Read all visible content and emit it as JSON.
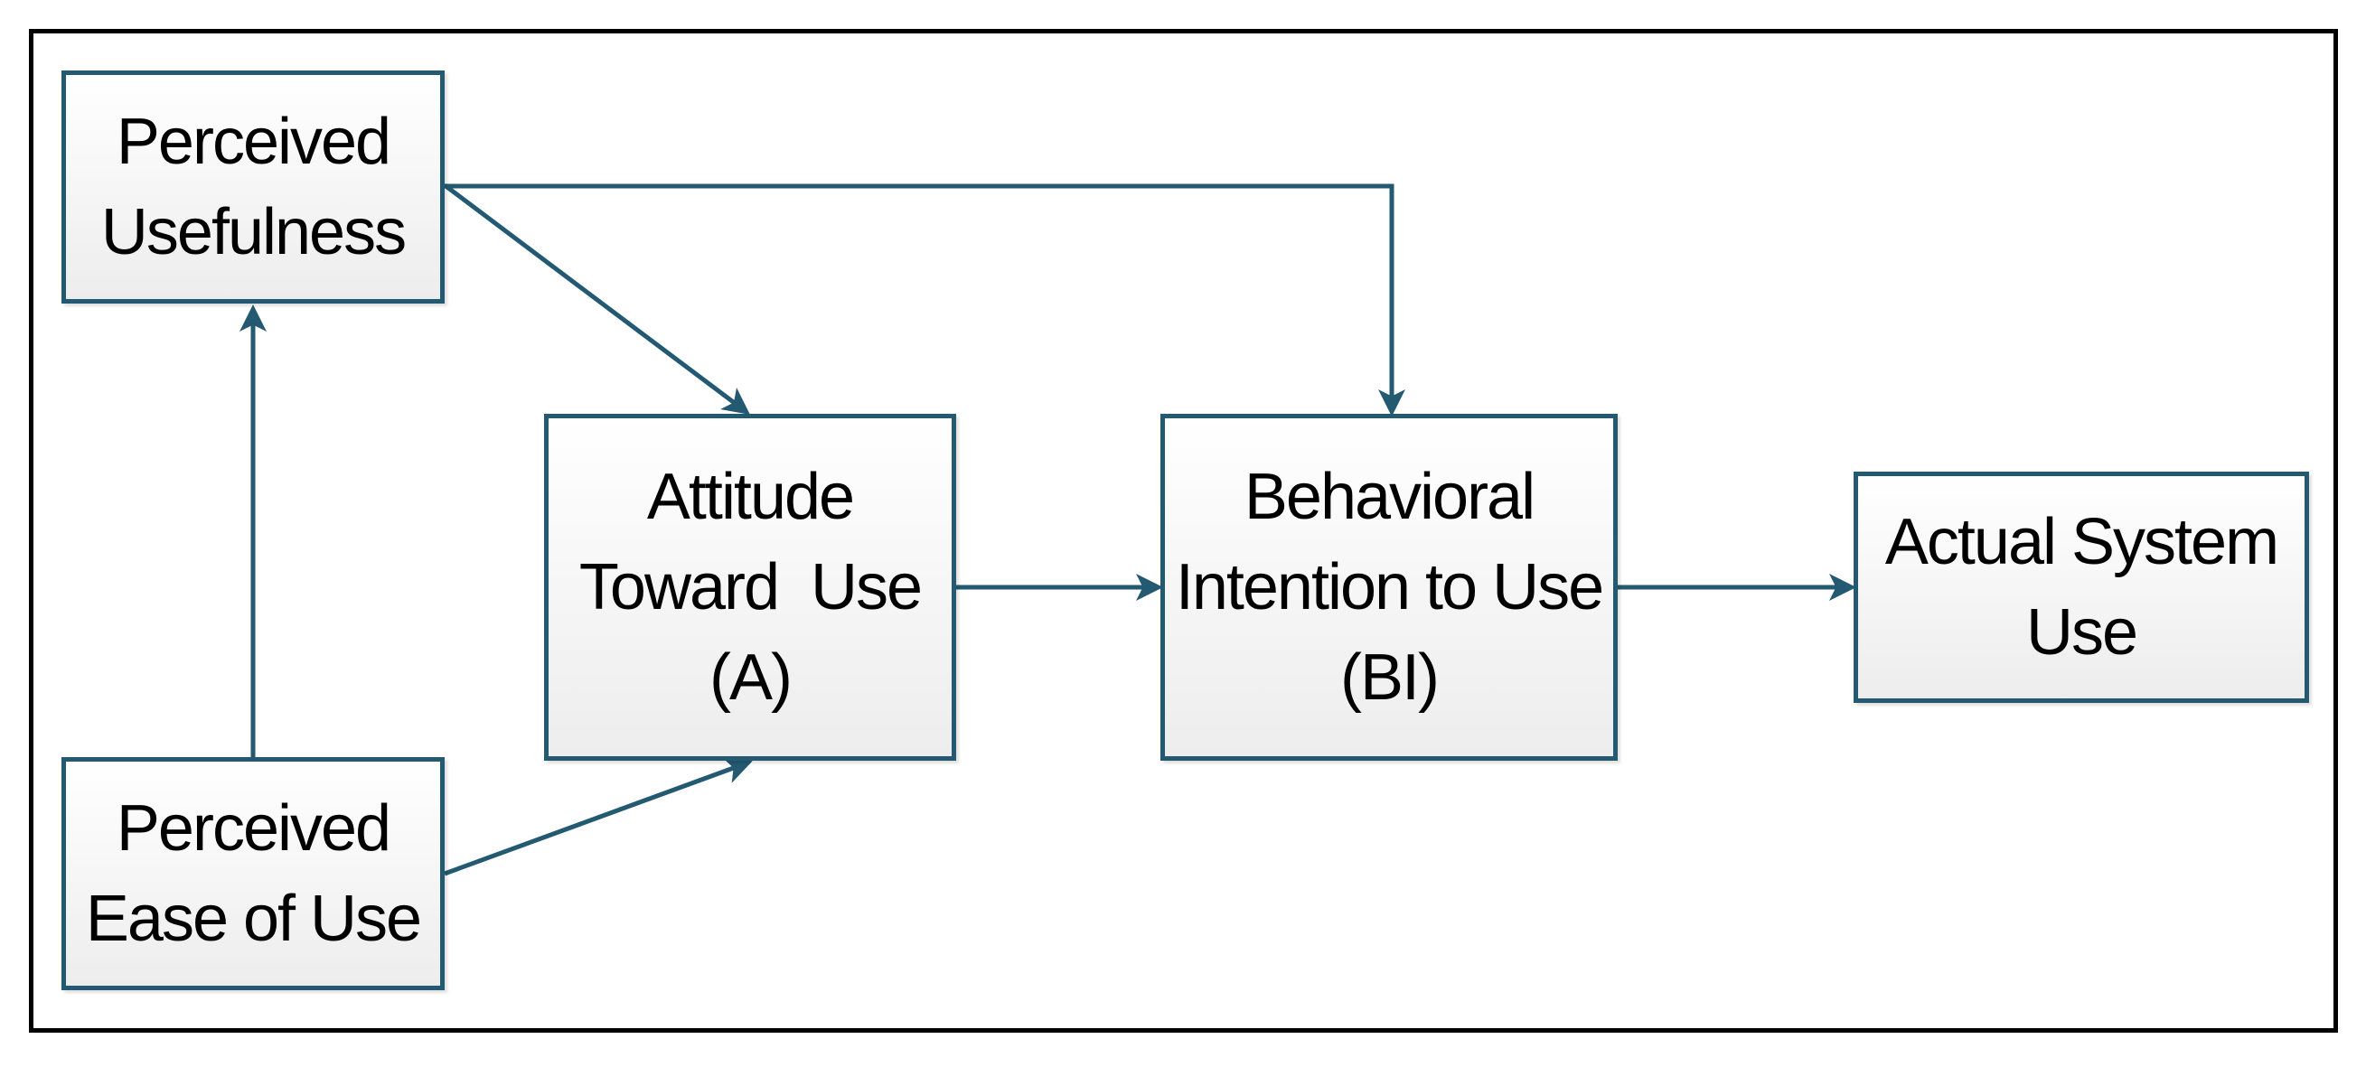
{
  "colors": {
    "node_border": "#235a72",
    "arrow": "#235a72",
    "frame": "#000000",
    "node_fill_top": "#ffffff",
    "node_fill_bottom": "#ededed"
  },
  "nodes": {
    "perceived_usefulness": {
      "lines": [
        "Perceived",
        "Usefulness"
      ]
    },
    "perceived_ease_of_use": {
      "lines": [
        "Perceived",
        "Ease of Use"
      ]
    },
    "attitude": {
      "lines": [
        "Attitude",
        "Toward  Use",
        "(A)"
      ]
    },
    "behavioral_intention": {
      "lines": [
        "Behavioral",
        "Intention to Use",
        "(BI)"
      ]
    },
    "actual_use": {
      "lines": [
        "Actual System",
        "Use"
      ]
    }
  },
  "edges": [
    {
      "from": "perceived_ease_of_use",
      "to": "perceived_usefulness"
    },
    {
      "from": "perceived_usefulness",
      "to": "attitude"
    },
    {
      "from": "perceived_ease_of_use",
      "to": "attitude"
    },
    {
      "from": "perceived_usefulness",
      "to": "behavioral_intention"
    },
    {
      "from": "attitude",
      "to": "behavioral_intention"
    },
    {
      "from": "behavioral_intention",
      "to": "actual_use"
    }
  ]
}
